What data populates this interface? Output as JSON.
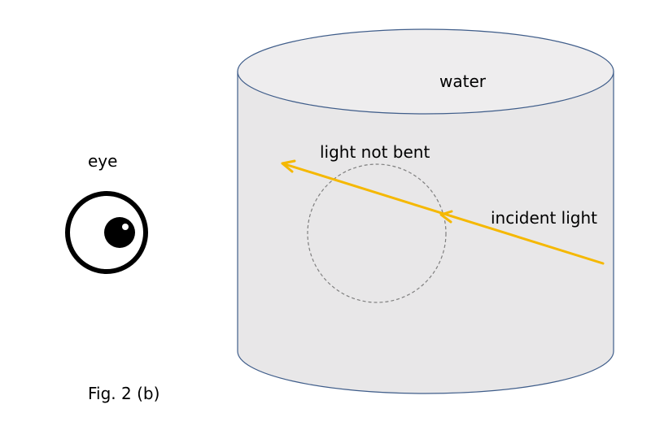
{
  "labels": {
    "eye": "eye",
    "water": "water",
    "light_not_bent": "light not bent",
    "incident_light": "incident light",
    "figure_caption": "Fig. 2 (b)"
  },
  "colors": {
    "container_fill": "#e8e7e8",
    "container_top_fill": "#eeedee",
    "container_stroke": "#3f5d8a",
    "light_ray": "#f5b800",
    "eye_stroke": "#000000",
    "dashed_circle": "#7f7f7f",
    "text": "#000000"
  },
  "icons": {
    "eye": "eye-icon",
    "arrowhead": "arrowhead-icon"
  }
}
